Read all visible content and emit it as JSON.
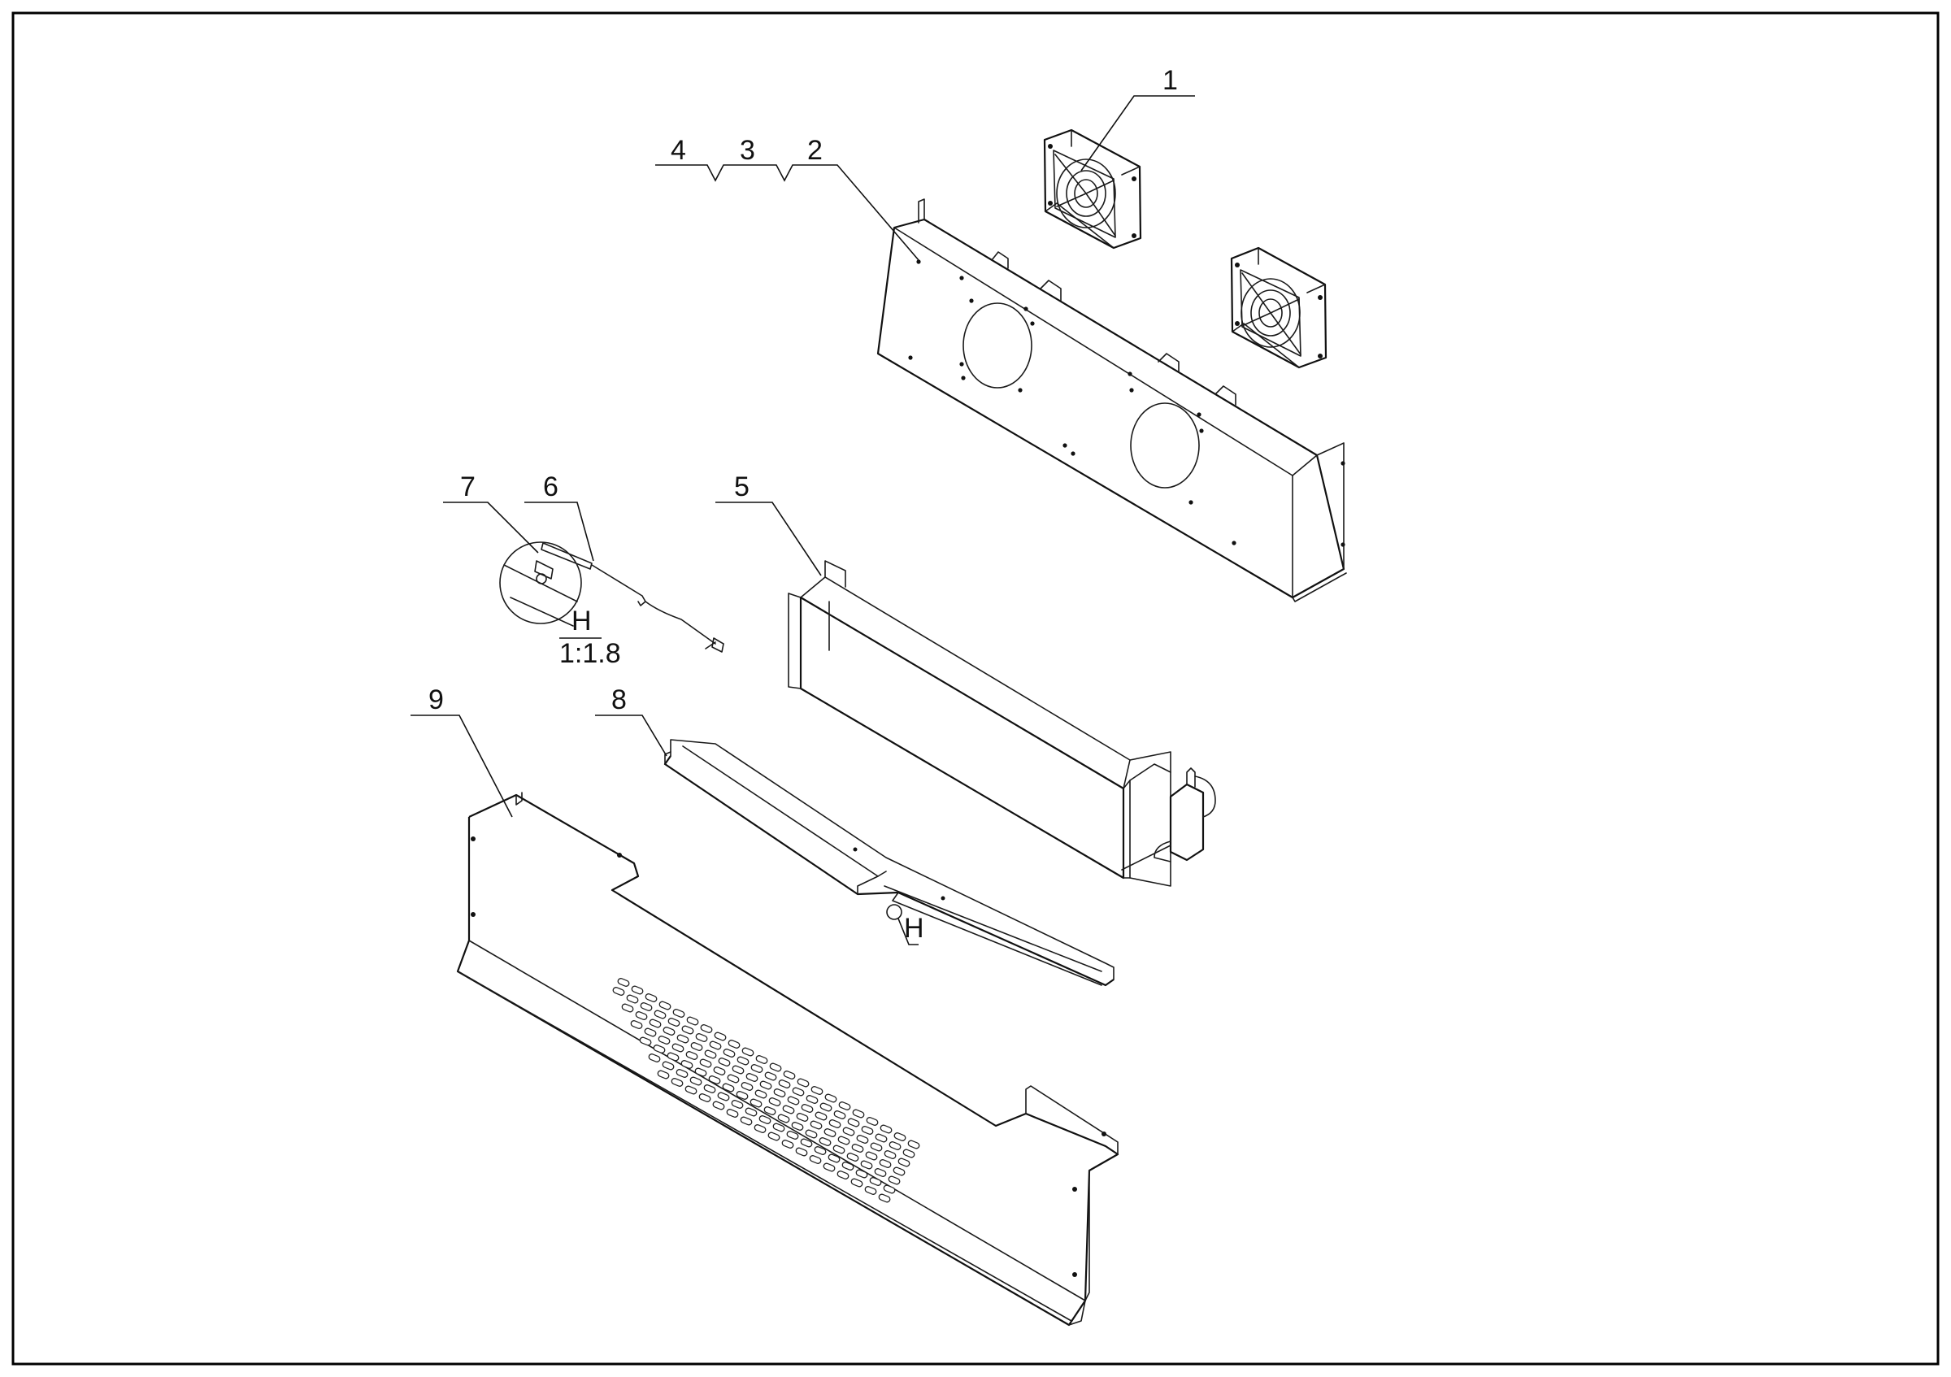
{
  "callouts": [
    {
      "id": "1",
      "text": "1"
    },
    {
      "id": "2",
      "text": "2"
    },
    {
      "id": "3",
      "text": "3"
    },
    {
      "id": "4",
      "text": "4"
    },
    {
      "id": "5",
      "text": "5"
    },
    {
      "id": "6",
      "text": "6"
    },
    {
      "id": "7",
      "text": "7"
    },
    {
      "id": "8",
      "text": "8"
    },
    {
      "id": "9",
      "text": "9"
    }
  ],
  "detail_marker": "H",
  "detail_view": {
    "name": "H",
    "scale": "1:1.8"
  }
}
